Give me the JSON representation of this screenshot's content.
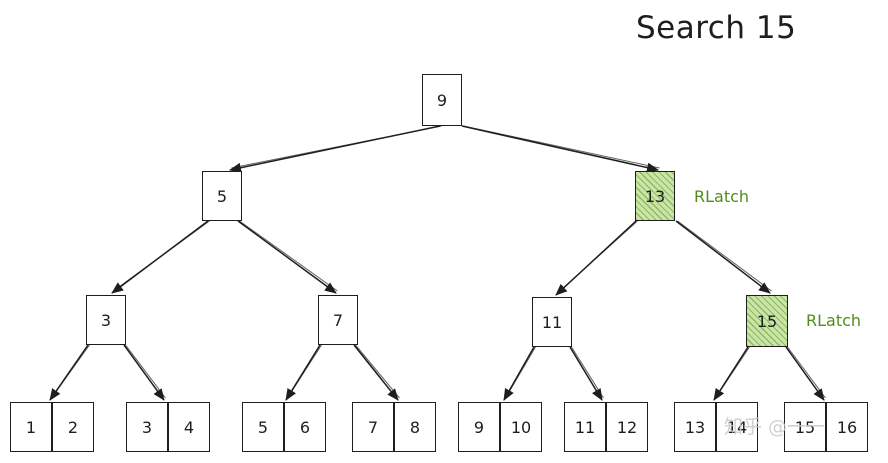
{
  "title": "Search 15",
  "latch_label": "RLatch",
  "watermark": "知乎 @一一",
  "colors": {
    "edge": "#1e1e1e",
    "latch_text": "#4f8f17",
    "latch_fill": "#c9e5a8"
  },
  "tree": {
    "root": "9",
    "level1": [
      "5",
      "13"
    ],
    "level2": [
      "3",
      "7",
      "11",
      "15"
    ],
    "leaves": [
      [
        "1",
        "2"
      ],
      [
        "3",
        "4"
      ],
      [
        "5",
        "6"
      ],
      [
        "7",
        "8"
      ],
      [
        "9",
        "10"
      ],
      [
        "11",
        "12"
      ],
      [
        "13",
        "14"
      ],
      [
        "15",
        "16"
      ]
    ],
    "latched_nodes": [
      "13",
      "15"
    ]
  }
}
